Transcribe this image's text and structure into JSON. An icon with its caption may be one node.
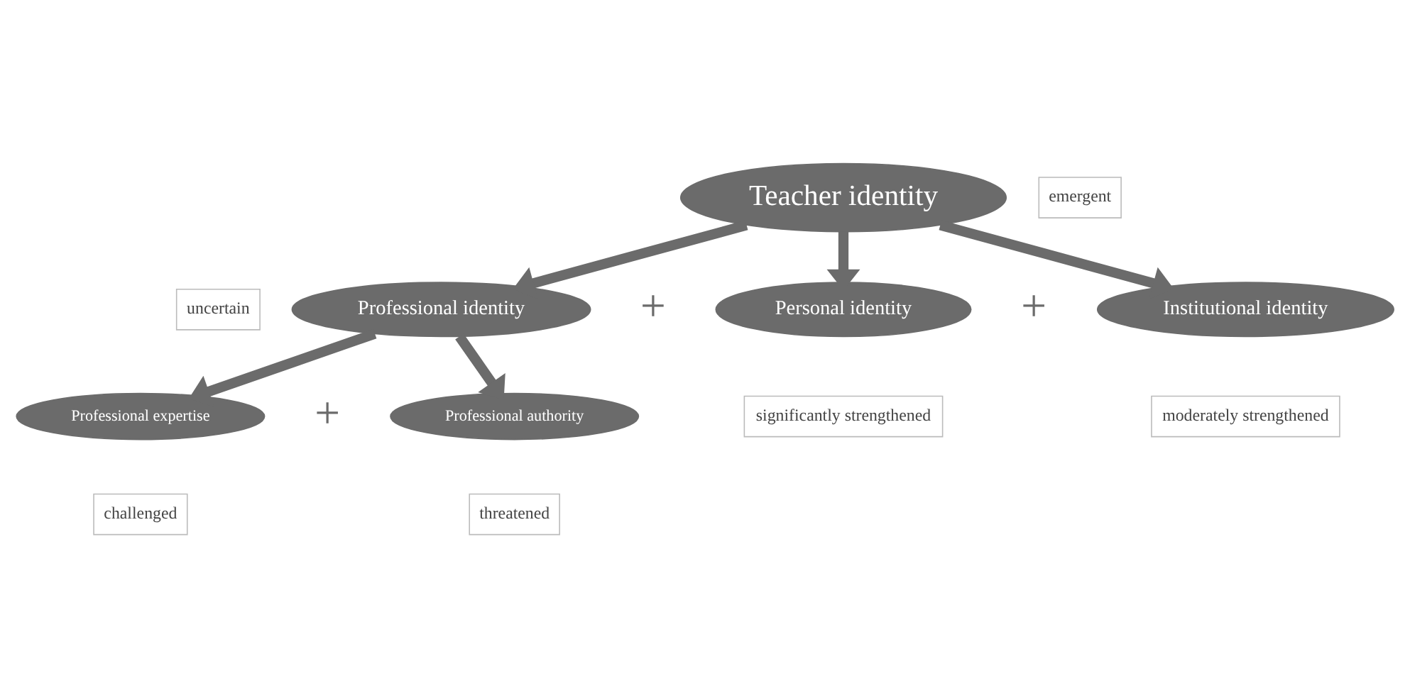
{
  "diagram": {
    "nodes": [
      {
        "text": [
          "Teacher identity"
        ],
        "beside": [
          "emergent"
        ]
      },
      {
        "text": [
          "Professional identity"
        ],
        "beside": [
          "uncertain"
        ]
      },
      {
        "text": [
          "Personal identity"
        ],
        "beside": [
          "significantly strengthened"
        ]
      },
      {
        "text": [
          "Institutional identity"
        ],
        "beside": [
          "moderately strengthened"
        ]
      },
      {
        "text": [
          "Professional expertise"
        ],
        "beside": [
          "challenged"
        ]
      },
      {
        "text": [
          "Professional authority"
        ],
        "beside": [
          "threatened"
        ]
      }
    ],
    "edges": [
      {
        "from": 0,
        "to": 1,
        "arrow": "to"
      },
      {
        "from": 0,
        "to": 2,
        "arrow": "to"
      },
      {
        "from": 0,
        "to": 3,
        "arrow": "to"
      },
      {
        "from": 1,
        "to": 4,
        "arrow": "to"
      },
      {
        "from": 1,
        "to": 5,
        "arrow": "to"
      }
    ],
    "labels": [
      "+",
      "+",
      "+"
    ]
  }
}
